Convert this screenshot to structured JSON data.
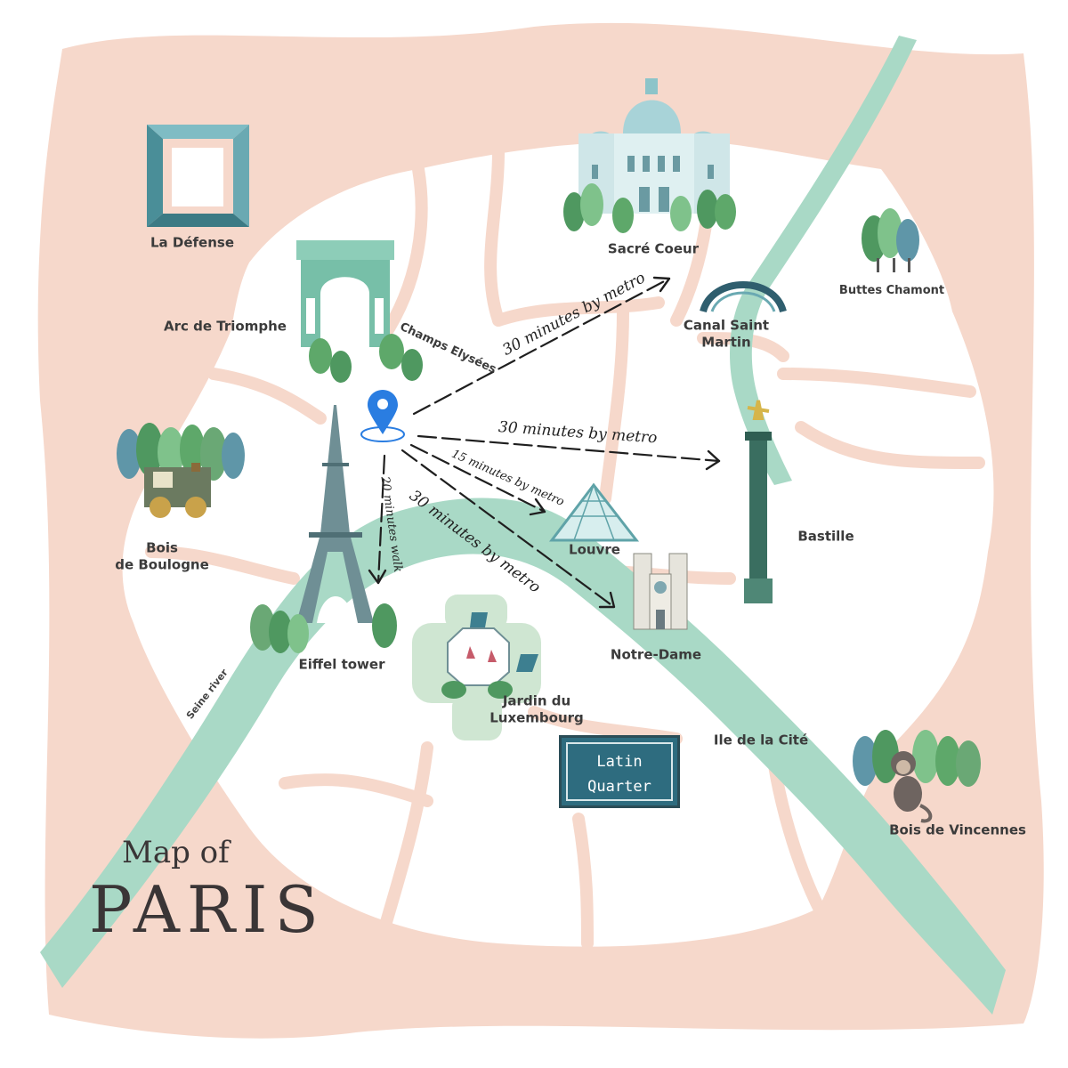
{
  "title": {
    "line1": "Map of",
    "line2": "PARIS"
  },
  "river": {
    "name": "Seine river"
  },
  "colors": {
    "land": "#f6d8cb",
    "street": "#ffffff",
    "river": "#a9d9c6",
    "landmark_teal": "#5fa3a8",
    "accent_green": "#6aa875",
    "pin": "#2a7de1"
  },
  "places": {
    "la_defense": "La Défense",
    "arc_de_triomphe": "Arc de Triomphe",
    "champs_elysees": "Champs Elysées",
    "sacre_coeur": "Sacré Coeur",
    "buttes_chamont": "Buttes Chamont",
    "canal_saint_martin_1": "Canal Saint",
    "canal_saint_martin_2": "Martin",
    "bois_de_boulogne_1": "Bois",
    "bois_de_boulogne_2": "de Boulogne",
    "louvre": "Louvre",
    "bastille": "Bastille",
    "notre_dame": "Notre-Dame",
    "eiffel_tower": "Eiffel tower",
    "jardin_1": "Jardin du",
    "jardin_2": "Luxembourg",
    "ile_de_la_cite": "Ile de la Cité",
    "bois_de_vincennes": "Bois de Vincennes",
    "latin_quarter_1": "Latin",
    "latin_quarter_2": "Quarter"
  },
  "routes": {
    "to_sacre_coeur": "30 minutes by metro",
    "to_bastille": "30 minutes by metro",
    "to_louvre": "15 minutes by metro",
    "to_notre_dame": "30 minutes by metro",
    "to_eiffel": "20 minutes walk"
  },
  "icons": {
    "pin": "location-pin-icon",
    "monkey": "monkey-icon"
  }
}
